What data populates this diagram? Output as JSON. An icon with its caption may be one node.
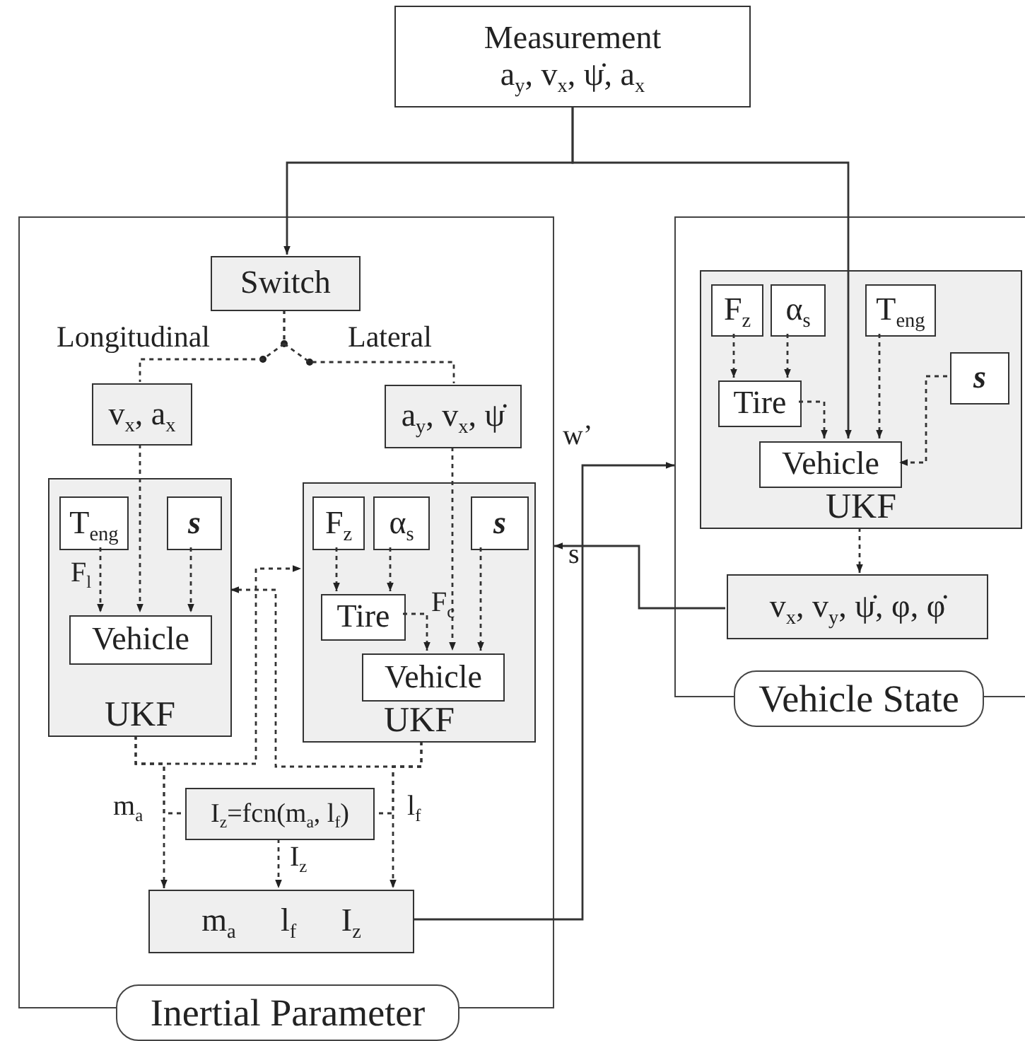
{
  "diagram": {
    "nodes": [
      {
        "text": [
          "Measurement",
          "a$_{y}$, v$_{x}$, ψ̇, a$_{x}$"
        ]
      },
      {
        "text": [
          "Inertial Parameter"
        ]
      },
      {
        "text": [
          "Switch"
        ],
        "in": 1
      },
      {
        "text": [
          "v$_{x}$, a$_{x}$"
        ],
        "in": 1
      },
      {
        "text": [
          "a$_{y}$, v$_{x}$, ψ̇"
        ],
        "in": 1
      },
      {
        "text": [
          "UKF"
        ],
        "in": 1
      },
      {
        "text": [
          "T$_{eng}$"
        ],
        "in": 5
      },
      {
        "text": [
          "s"
        ],
        "in": 5
      },
      {
        "text": [
          "Vehicle"
        ],
        "in": 5
      },
      {
        "text": [
          "UKF"
        ],
        "in": 1
      },
      {
        "text": [
          "F$_{z}$"
        ],
        "in": 9
      },
      {
        "text": [
          "α$_{s}$"
        ],
        "in": 9
      },
      {
        "text": [
          "s"
        ],
        "in": 9
      },
      {
        "text": [
          "Tire"
        ],
        "in": 9
      },
      {
        "text": [
          "Vehicle"
        ],
        "in": 9
      },
      {
        "text": [
          "I$_{z}$=fcn(m$_{a}$, l$_{f}$)"
        ],
        "in": 1
      },
      {
        "text": [
          "m$_{a}$ l$_{f}$ I$_{z}$"
        ],
        "in": 1
      },
      {
        "text": [
          "Vehicle State"
        ]
      },
      {
        "text": [
          "UKF"
        ],
        "in": 17
      },
      {
        "text": [
          "F$_{z}$"
        ],
        "in": 18
      },
      {
        "text": [
          "α$_{s}$"
        ],
        "in": 18
      },
      {
        "text": [
          "T$_{eng}$"
        ],
        "in": 18
      },
      {
        "text": [
          "Tire"
        ],
        "in": 18
      },
      {
        "text": [
          "s"
        ],
        "in": 18
      },
      {
        "text": [
          "Vehicle"
        ],
        "in": 18
      },
      {
        "text": [
          "v$_{x}$, v$_{y}$, ψ̇, φ, φ̇"
        ],
        "in": 17
      }
    ],
    "edges": [
      {
        "from": 0,
        "to": 2,
        "arrow": "to"
      },
      {
        "from": 0,
        "to": 24,
        "arrow": "to"
      },
      {
        "from": 2,
        "to": 3,
        "arrow": "none",
        "style": "dashed"
      },
      {
        "from": 2,
        "to": 4,
        "arrow": "none",
        "style": "dashed"
      },
      {
        "from": 3,
        "to": 8,
        "arrow": "to",
        "style": "dashed"
      },
      {
        "from": 6,
        "to": 8,
        "arrow": "to",
        "style": "dashed",
        "label": "F$_{l}$"
      },
      {
        "from": 7,
        "to": 8,
        "arrow": "to",
        "style": "dashed"
      },
      {
        "from": 4,
        "to": 14,
        "arrow": "to",
        "style": "dashed"
      },
      {
        "from": 10,
        "to": 13,
        "arrow": "to",
        "style": "dashed"
      },
      {
        "from": 11,
        "to": 13,
        "arrow": "to",
        "style": "dashed"
      },
      {
        "from": 13,
        "to": 14,
        "arrow": "to",
        "style": "dashed",
        "label": "F$_{c}$"
      },
      {
        "from": 12,
        "to": 14,
        "arrow": "to",
        "style": "dashed"
      },
      {
        "from": 5,
        "to": 16,
        "arrow": "to",
        "style": "dashed",
        "label": "m$_{a}$"
      },
      {
        "from": 5,
        "to": 9,
        "arrow": "to",
        "style": "dashed"
      },
      {
        "from": 9,
        "to": 5,
        "arrow": "to",
        "style": "dashed"
      },
      {
        "from": 9,
        "to": 16,
        "arrow": "to",
        "style": "dashed",
        "label": "l$_{f}$"
      },
      {
        "from": 5,
        "to": 15,
        "arrow": "none",
        "style": "dashed"
      },
      {
        "from": 9,
        "to": 15,
        "arrow": "none",
        "style": "dashed"
      },
      {
        "from": 15,
        "to": 16,
        "arrow": "to",
        "style": "dashed",
        "label": "I$_{z}$"
      },
      {
        "from": 16,
        "to": 17,
        "arrow": "to",
        "label": "w’"
      },
      {
        "from": 25,
        "to": 1,
        "arrow": "to",
        "label": "s"
      },
      {
        "from": 19,
        "to": 22,
        "arrow": "to",
        "style": "dashed"
      },
      {
        "from": 20,
        "to": 22,
        "arrow": "to",
        "style": "dashed"
      },
      {
        "from": 22,
        "to": 24,
        "arrow": "to",
        "style": "dashed"
      },
      {
        "from": 21,
        "to": 24,
        "arrow": "to",
        "style": "dashed"
      },
      {
        "from": 23,
        "to": 24,
        "arrow": "to",
        "style": "dashed"
      },
      {
        "from": 18,
        "to": 25,
        "arrow": "to",
        "style": "dashed"
      }
    ],
    "labels": [
      "Longitudinal",
      "Lateral"
    ]
  }
}
